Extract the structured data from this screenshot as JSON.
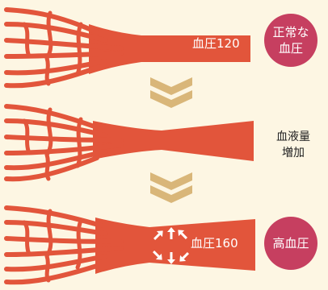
{
  "stages": [
    {
      "vessel_label": "血圧120",
      "badge_lines": [
        "正常な",
        "血圧"
      ],
      "colors": {
        "vessel": "#e2553b",
        "badge": "#c63f60"
      }
    },
    {
      "side_label_lines": [
        "血液量",
        "増加"
      ]
    },
    {
      "vessel_label": "血圧160",
      "badge_lines": [
        "高血圧"
      ],
      "colors": {
        "vessel": "#e2553b",
        "badge": "#c63f60"
      }
    }
  ],
  "colors": {
    "background": "#fdf6e3",
    "vessel": "#e2553b",
    "arrow": "#d9b679",
    "badge": "#c63f60",
    "pressure_arrows": "#ffffff"
  },
  "icons": {
    "stage_arrow": "double-chevron-down-icon",
    "pressure_arrow": "white-arrow-icon"
  }
}
